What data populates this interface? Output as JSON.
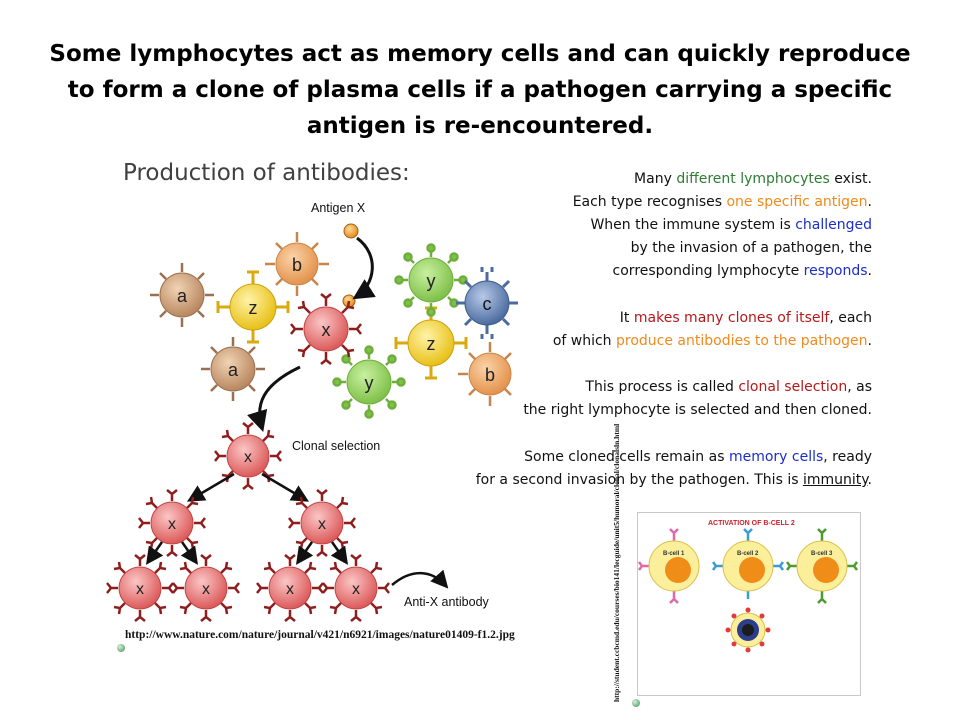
{
  "slide": {
    "title": "Some lymphocytes act as memory cells and can quickly reproduce to form a clone of plasma cells if a pathogen carrying a specific antigen is re-encountered.",
    "subtitle": "Production of antibodies:"
  },
  "colors": {
    "green": "#2e7d32",
    "orange": "#f08a1c",
    "blue": "#1a2ec8",
    "red": "#b5181b"
  },
  "paragraphs": {
    "p1": {
      "l1a": "Many ",
      "l1b": "different lymphocytes",
      "l1c": " exist.",
      "l2a": "Each type recognises ",
      "l2b": "one specific antigen",
      "l2c": ".",
      "l3a": "When the immune system is ",
      "l3b": "challenged",
      "l4": "by the invasion of a pathogen, the",
      "l5a": "corresponding lymphocyte ",
      "l5b": "responds",
      "l5c": "."
    },
    "p2": {
      "l1a": "It ",
      "l1b": "makes many clones of itself",
      "l1c": ", each",
      "l2a": "of which ",
      "l2b": "produce antibodies to the pathogen",
      "l2c": "."
    },
    "p3": {
      "l1a": "This process is called ",
      "l1b": "clonal selection",
      "l1c": ", as",
      "l2": "the right lymphocyte is selected and then cloned."
    },
    "p4": {
      "l1a": "Some cloned cells remain as ",
      "l1b": "memory cells",
      "l1c": ", ready",
      "l2a": "for a second invasion by the pathogen. This is ",
      "l2b": "immunity",
      "l2c": "."
    }
  },
  "diagram": {
    "antigen_label": "Antigen X",
    "clonal_label": "Clonal selection",
    "antibody_label": "Anti-X antibody",
    "cells": {
      "a1": "a",
      "a2": "a",
      "b1": "b",
      "b2": "b",
      "c1": "c",
      "y1": "y",
      "y2": "y",
      "z1": "z",
      "z2": "z",
      "x_selected": "x",
      "x_top": "x",
      "x_mid_left": "x",
      "x_mid_right": "x",
      "x_bot_1": "x",
      "x_bot_2": "x",
      "x_bot_3": "x",
      "x_bot_4": "x"
    }
  },
  "inset": {
    "title": "ACTIVATION OF B-CELL 2",
    "cell1": "B-cell 1",
    "cell2": "B-cell 2",
    "cell3": "B-cell 3"
  },
  "sources": {
    "nature_url": "http://www.nature.com/nature/journal/v421/n6921/images/nature01409-f1.2.jpg",
    "inset_url": "http://student.ccbcmd.edu/courses/bio141/lecguide/unit5/humoral/clonal/clonalsln.html"
  }
}
